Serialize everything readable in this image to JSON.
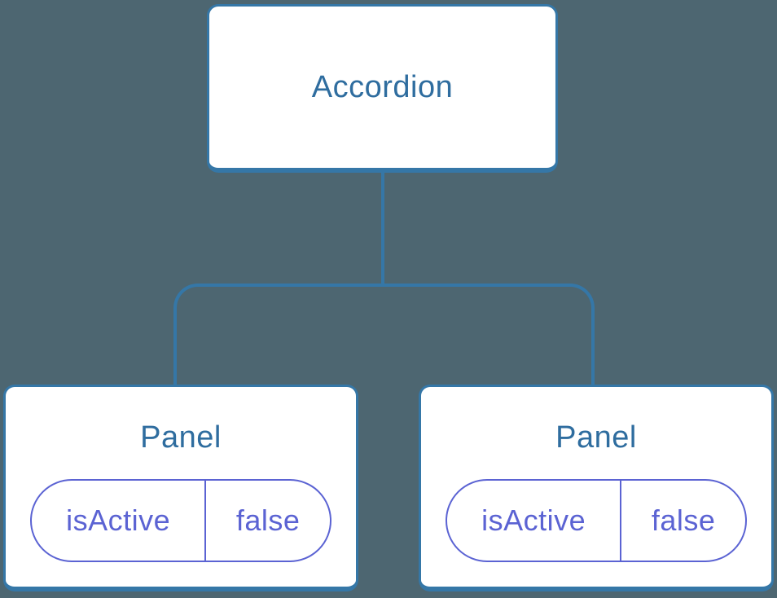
{
  "diagram": {
    "root": {
      "label": "Accordion"
    },
    "children": [
      {
        "label": "Panel",
        "state": {
          "key": "isActive",
          "value": "false"
        }
      },
      {
        "label": "Panel",
        "state": {
          "key": "isActive",
          "value": "false"
        }
      }
    ]
  },
  "colors": {
    "background": "#4D6671",
    "node_fill": "#FFFFFF",
    "connector_and_border": "#3577A7",
    "title_text": "#2F6D9F",
    "state_accent": "#5B63D3"
  }
}
